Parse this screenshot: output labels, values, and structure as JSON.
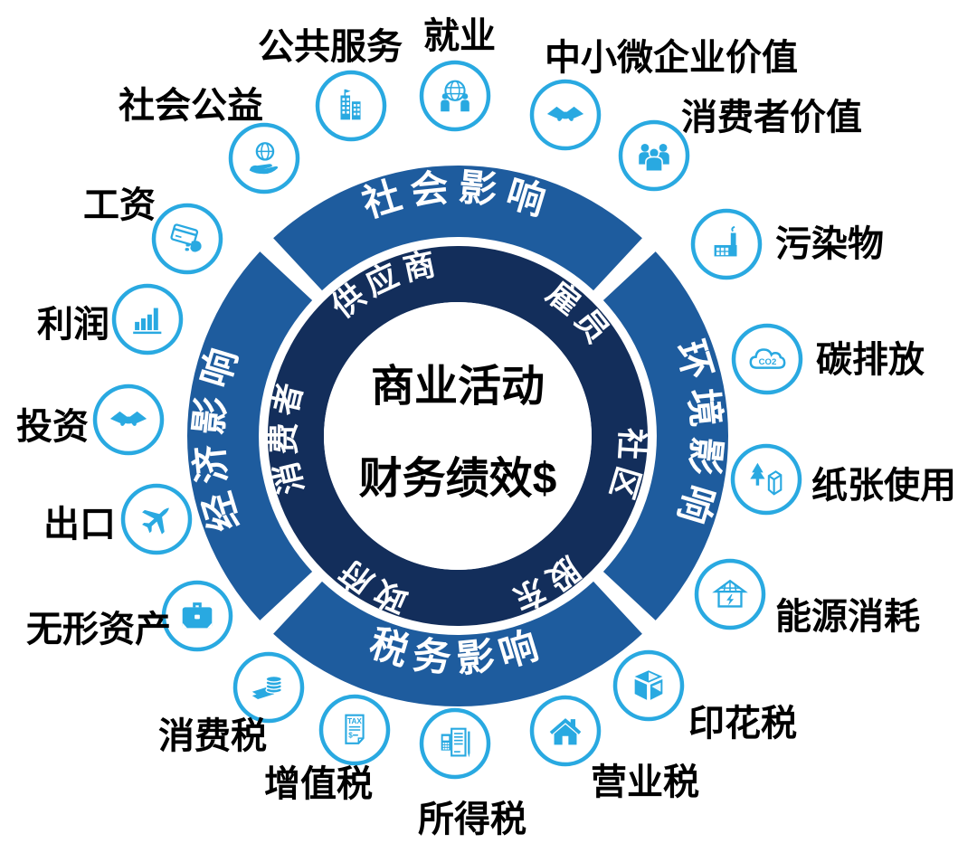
{
  "colors": {
    "accent": "#29A9E1",
    "outer_ring": "#1E5C9E",
    "inner_ring": "#132E5B",
    "label_text": "#000000",
    "ring_text": "#FFFFFF"
  },
  "center": {
    "line1": "商业活动",
    "line2": "财务绩效$"
  },
  "outer_ring": {
    "top": "社会影响",
    "right": "环境影响",
    "bottom": "税务影响",
    "left": "经济影响"
  },
  "inner_ring": {
    "segments": [
      "供应商",
      "雇员",
      "社区",
      "股东",
      "政府",
      "消费者"
    ]
  },
  "satellites": [
    {
      "label": "社会公益",
      "icon": "globe-hand-icon"
    },
    {
      "label": "公共服务",
      "icon": "buildings-icon"
    },
    {
      "label": "就业",
      "icon": "globe-people-icon"
    },
    {
      "label": "中小微企业价值",
      "icon": "handshake-icon"
    },
    {
      "label": "消费者价值",
      "icon": "people-group-icon"
    },
    {
      "label": "污染物",
      "icon": "factory-icon"
    },
    {
      "label": "碳排放",
      "icon": "co2-cloud-icon"
    },
    {
      "label": "纸张使用",
      "icon": "tree-paper-icon"
    },
    {
      "label": "能源消耗",
      "icon": "solar-energy-icon"
    },
    {
      "label": "印花税",
      "icon": "cube-icon"
    },
    {
      "label": "营业税",
      "icon": "house-icon"
    },
    {
      "label": "所得税",
      "icon": "calculator-receipt-icon"
    },
    {
      "label": "增值税",
      "icon": "tax-document-icon"
    },
    {
      "label": "消费税",
      "icon": "coins-icon"
    },
    {
      "label": "无形资产",
      "icon": "briefcase-icon"
    },
    {
      "label": "出口",
      "icon": "airplane-icon"
    },
    {
      "label": "投资",
      "icon": "handshake-icon"
    },
    {
      "label": "利润",
      "icon": "bar-chart-icon"
    },
    {
      "label": "工资",
      "icon": "payment-card-icon"
    }
  ]
}
